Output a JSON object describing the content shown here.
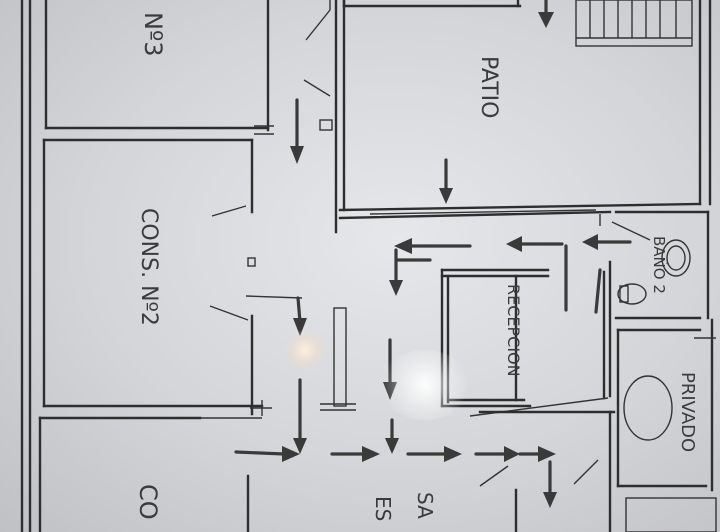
{
  "labels": {
    "room_3": "Nº3",
    "patio": "PATIO",
    "room_2": "CONS. Nº2",
    "reception": "RECEPCION",
    "bathroom": "BAÑO 2",
    "private": "PRIVADO",
    "room_bottom_partial": "CO",
    "waiting_partial_1": "SA",
    "waiting_partial_2": "ES"
  },
  "colors": {
    "paper": "#dcdde0",
    "ink": "#2e2e2e",
    "arrow": "#3a3a3a"
  }
}
